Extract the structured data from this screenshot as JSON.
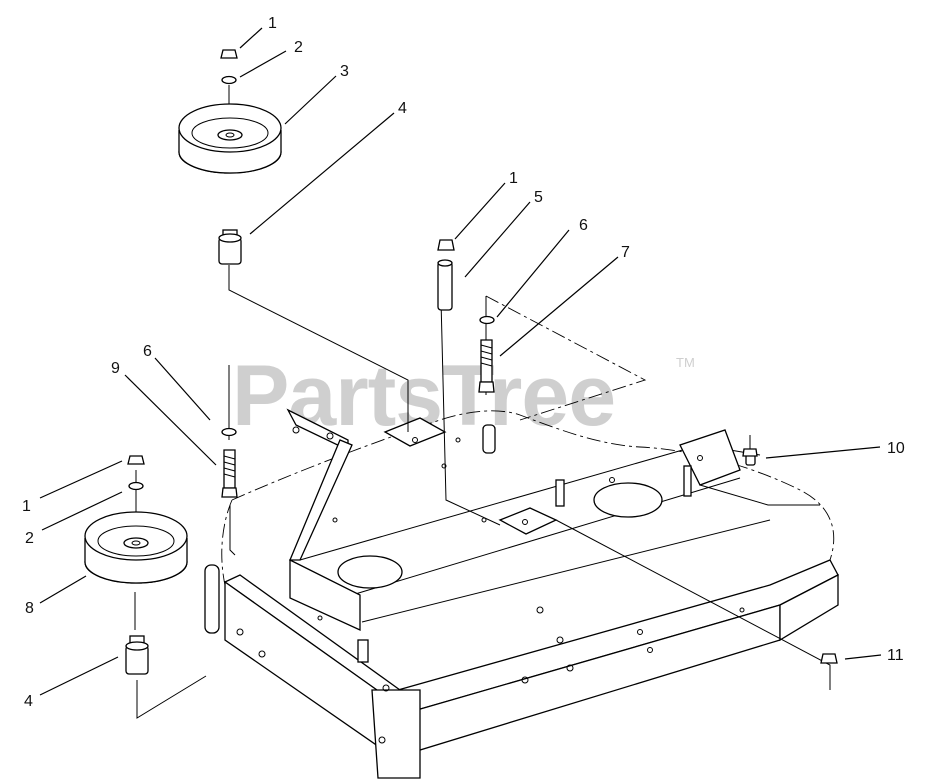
{
  "watermark": {
    "text": "PartsTree",
    "trademark": "TM"
  },
  "callouts": [
    {
      "key": "c1a",
      "label": "1"
    },
    {
      "key": "c2a",
      "label": "2"
    },
    {
      "key": "c3",
      "label": "3"
    },
    {
      "key": "c4a",
      "label": "4"
    },
    {
      "key": "c1b",
      "label": "1"
    },
    {
      "key": "c5",
      "label": "5"
    },
    {
      "key": "c6a",
      "label": "6"
    },
    {
      "key": "c7",
      "label": "7"
    },
    {
      "key": "c6b",
      "label": "6"
    },
    {
      "key": "c9",
      "label": "9"
    },
    {
      "key": "c10",
      "label": "10"
    },
    {
      "key": "c1c",
      "label": "1"
    },
    {
      "key": "c2b",
      "label": "2"
    },
    {
      "key": "c8",
      "label": "8"
    },
    {
      "key": "c4b",
      "label": "4"
    },
    {
      "key": "c11",
      "label": "11"
    }
  ]
}
